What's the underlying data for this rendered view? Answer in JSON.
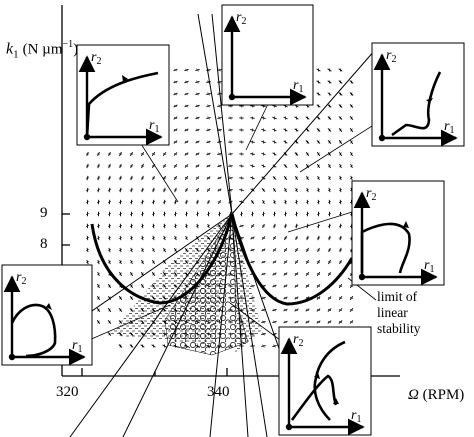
{
  "y_axis": {
    "symbol": "k",
    "subscript": "1",
    "unit": "(N µm",
    "unit_sup": "−1",
    "unit_close": ")"
  },
  "x_axis": {
    "symbol": "Ω",
    "unit": "(RPM)"
  },
  "y_ticks": [
    "9",
    "8"
  ],
  "x_ticks": [
    "320",
    "340"
  ],
  "callout": "limit of linear stability",
  "inset_labels": {
    "r1": "r",
    "r1_sub": "1",
    "r2": "r",
    "r2_sub": "2"
  }
}
